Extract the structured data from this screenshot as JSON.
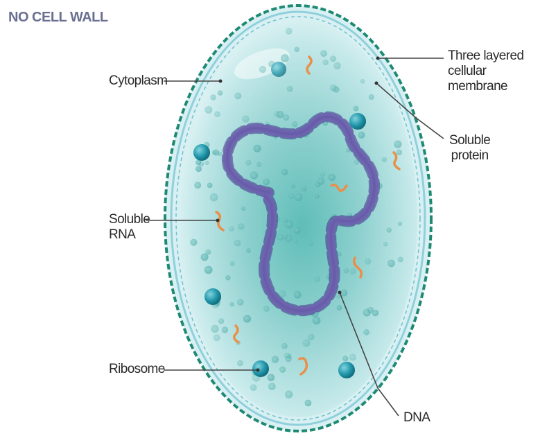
{
  "title": "NO CELL WALL",
  "labels": {
    "cytoplasm": "Cytoplasm",
    "membrane_line1": "Three layered",
    "membrane_line2": "cellular membrane",
    "protein_line1": "Soluble",
    "protein_line2": "protein",
    "rna_line1": "Soluble",
    "rna_line2": "RNA",
    "ribosome": "Ribosome",
    "dna": "DNA"
  },
  "colors": {
    "membrane_outer": "#1e8a73",
    "membrane_inner": "#8fd0dc",
    "cytoplasm": "#a9dcdb",
    "dna": "#5a4aa0",
    "ribosome": "#1b8ea0",
    "rna": "#e8904a",
    "title": "#6a6f91"
  }
}
